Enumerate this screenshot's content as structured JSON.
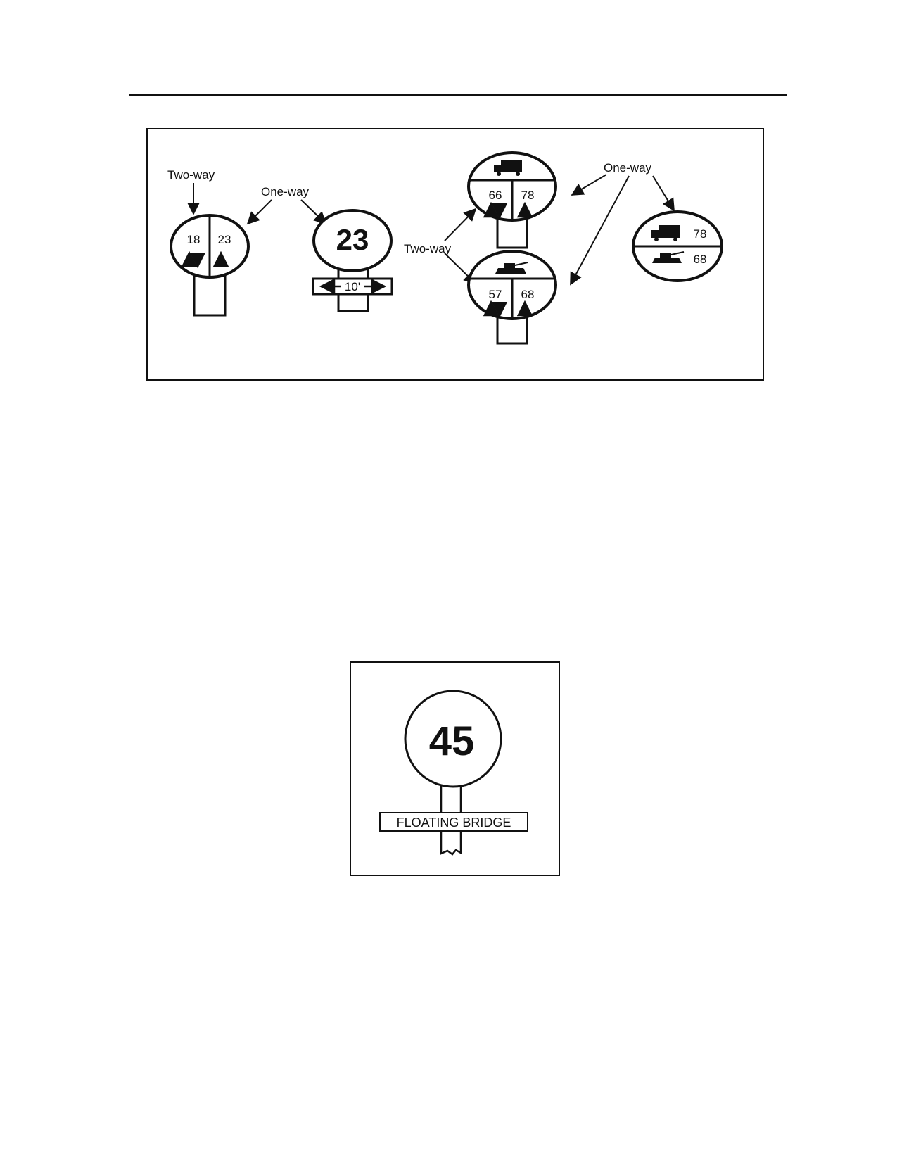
{
  "figure1": {
    "labels": {
      "two_way_left": "Two-way",
      "one_way_left": "One-way",
      "two_way_middle": "Two-way",
      "one_way_right": "One-way"
    },
    "sign_split": {
      "two_way_value": "18",
      "one_way_value": "23"
    },
    "sign_width": {
      "value": "23",
      "width_label": "10'"
    },
    "sign_stacked_truck": {
      "two_way_value": "66",
      "one_way_value": "78",
      "icon": "truck-icon"
    },
    "sign_stacked_tank": {
      "two_way_value": "57",
      "one_way_value": "68",
      "icon": "tank-icon"
    },
    "sign_vehicle_class": {
      "truck_value": "78",
      "tank_value": "68",
      "icons": [
        "truck-icon",
        "tank-icon"
      ]
    }
  },
  "figure2": {
    "sign_value": "45",
    "plate_label": "FLOATING BRIDGE"
  },
  "colors": {
    "ink": "#111111",
    "paper": "#ffffff"
  }
}
